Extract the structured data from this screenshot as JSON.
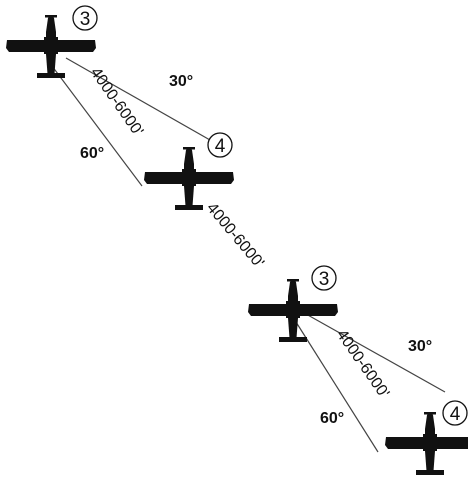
{
  "diagram": {
    "colors": {
      "aircraft": "#111111",
      "lines": "#444444",
      "text": "#111111",
      "background": "#ffffff"
    },
    "aircraft": [
      {
        "id": "plane-1",
        "number": "3"
      },
      {
        "id": "plane-2",
        "number": "4"
      },
      {
        "id": "plane-3",
        "number": "3"
      },
      {
        "id": "plane-4",
        "number": "4"
      }
    ],
    "angle_labels": [
      "30°",
      "60°",
      "30°",
      "60°"
    ],
    "distance_labels": [
      "4000-6000'",
      "4000-6000'",
      "4000-6000'"
    ]
  }
}
